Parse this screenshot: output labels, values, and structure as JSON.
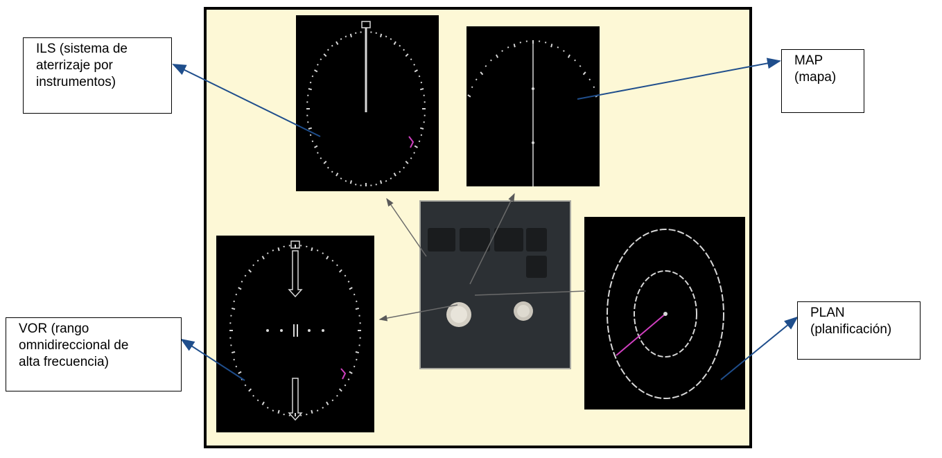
{
  "labels": {
    "ils": [
      "ILS (sistema de",
      "aterrizaje por",
      "instrumentos)"
    ],
    "map": [
      "MAP",
      "(mapa)"
    ],
    "vor": [
      "VOR (rango",
      "omnidireccional de",
      "alta frecuencia)"
    ],
    "plan": [
      "PLAN",
      "(planificación)"
    ]
  },
  "colors": {
    "frame_bg": "#fdf8d6",
    "arrow": "#1f4e8c",
    "display_bg": "#000000",
    "display_marks": "#d8d8d8",
    "magenta": "#d040c0",
    "panel": "#2c3034"
  },
  "icons": {
    "ils_display": "ils-screen-icon",
    "map_display": "map-screen-icon",
    "vor_display": "vor-screen-icon",
    "plan_display": "plan-screen-icon",
    "control_panel": "efis-control-panel-icon"
  }
}
